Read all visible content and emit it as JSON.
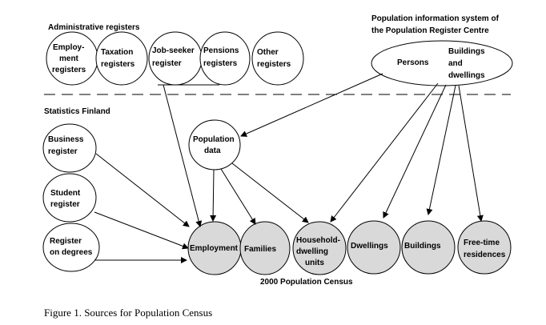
{
  "headers": {
    "admin": "Administrative registers",
    "pop_system_line1": "Population information system of",
    "pop_system_line2": "the Population Register Centre",
    "stats": "Statistics Finland",
    "census": "2000 Population Census"
  },
  "admin_registers": {
    "employment": [
      "Employ-",
      "ment",
      "registers"
    ],
    "taxation": [
      "Taxation",
      "registers"
    ],
    "jobseeker": [
      "Job-seeker",
      "register"
    ],
    "pensions": [
      "Pensions",
      "registers"
    ],
    "other": [
      "Other",
      "registers"
    ]
  },
  "pop_system": {
    "persons": [
      "Persons"
    ],
    "buildings": [
      "Buildings",
      "and",
      "dwellings"
    ]
  },
  "statistics": {
    "business": [
      "Business",
      "register"
    ],
    "student": [
      "Student",
      "register"
    ],
    "degrees": [
      "Register",
      "on degrees"
    ],
    "population_data": [
      "Population",
      "data"
    ]
  },
  "census_outputs": {
    "employment": [
      "Employment"
    ],
    "families": [
      "Families"
    ],
    "household": [
      "Household-",
      "dwelling",
      "units"
    ],
    "dwellings": [
      "Dwellings"
    ],
    "buildings": [
      "Buildings"
    ],
    "freetime": [
      "Free-time",
      "residences"
    ]
  },
  "caption": "Figure 1. Sources for Population Census"
}
